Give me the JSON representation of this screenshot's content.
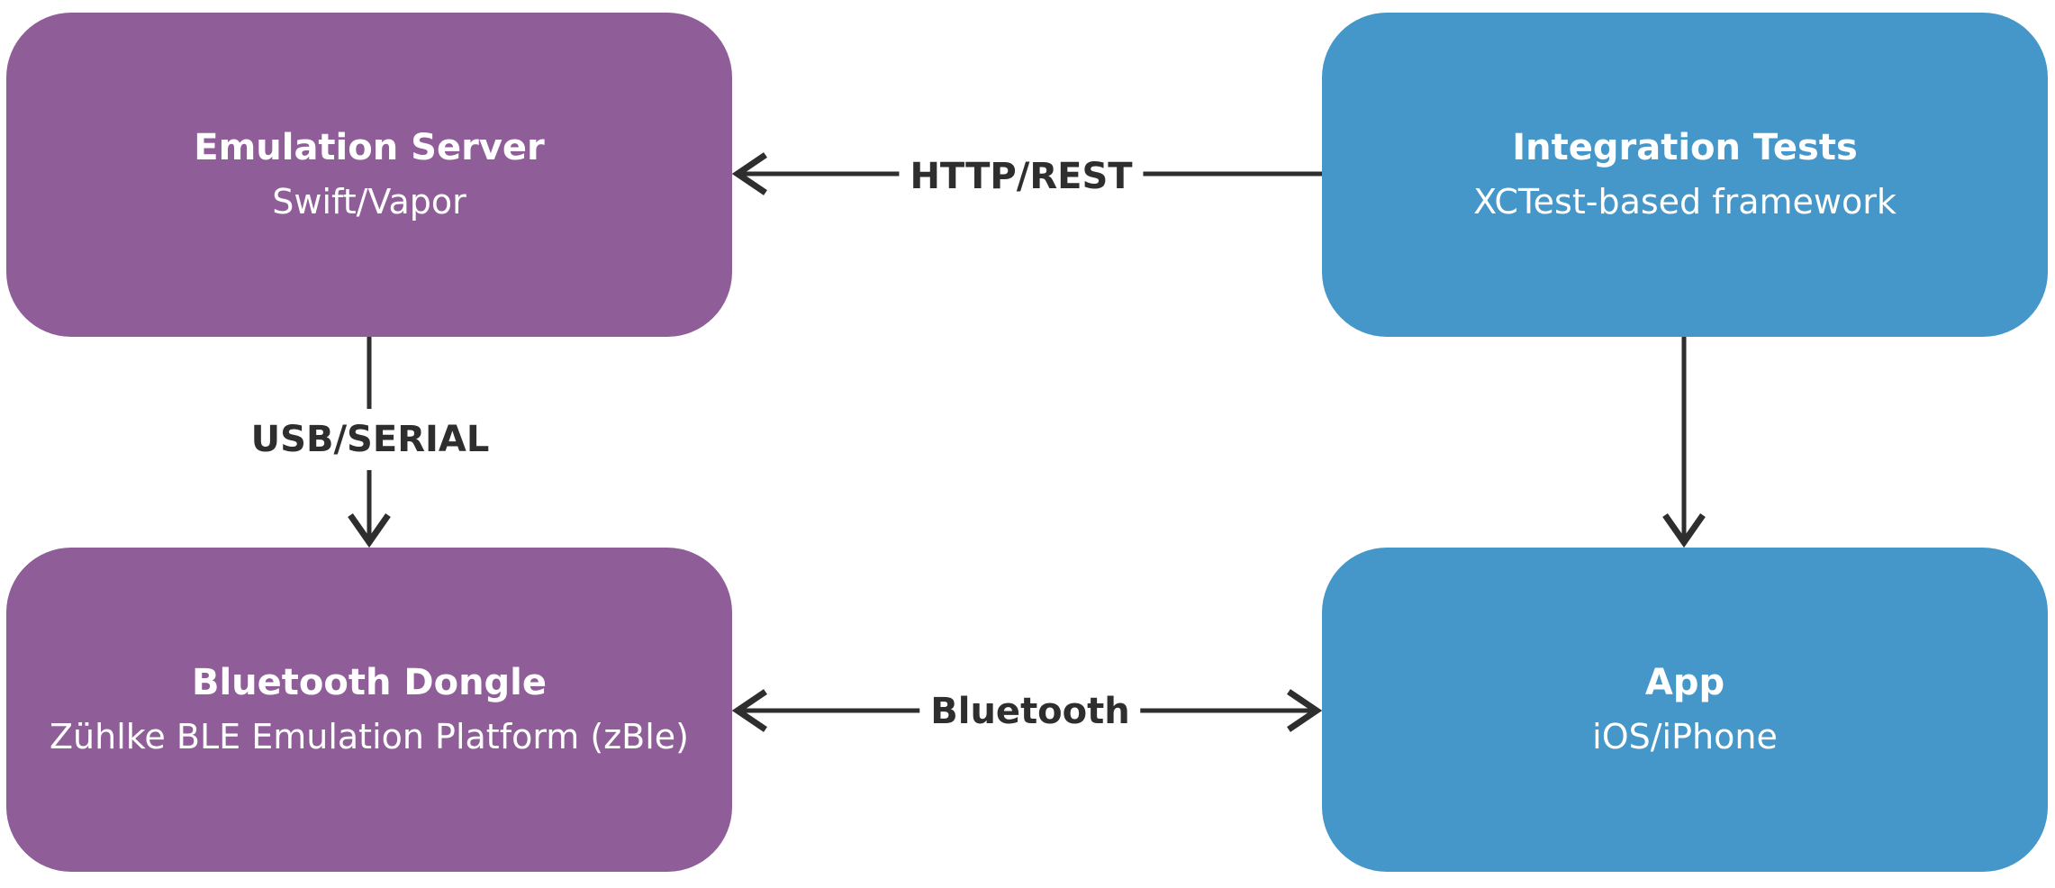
{
  "colors": {
    "purple": "#8f5e99",
    "blue": "#4497c8",
    "line": "#2e2e2e"
  },
  "nodes": {
    "emulation_server": {
      "title": "Emulation Server",
      "subtitle": "Swift/Vapor"
    },
    "bluetooth_dongle": {
      "title": "Bluetooth Dongle",
      "subtitle": "Zühlke BLE Emulation Platform (zBle)"
    },
    "integration_tests": {
      "title": "Integration Tests",
      "subtitle": "XCTest-based framework"
    },
    "app": {
      "title": "App",
      "subtitle": "iOS/iPhone"
    }
  },
  "edges": {
    "http": {
      "label": "HTTP/REST",
      "from": "integration_tests",
      "to": "emulation_server"
    },
    "usb": {
      "label": "USB/SERIAL",
      "from": "emulation_server",
      "to": "bluetooth_dongle"
    },
    "tests_to_app": {
      "label": "",
      "from": "integration_tests",
      "to": "app"
    },
    "bluetooth": {
      "label": "Bluetooth",
      "from": "bluetooth_dongle",
      "to": "app",
      "bidirectional": true
    }
  }
}
